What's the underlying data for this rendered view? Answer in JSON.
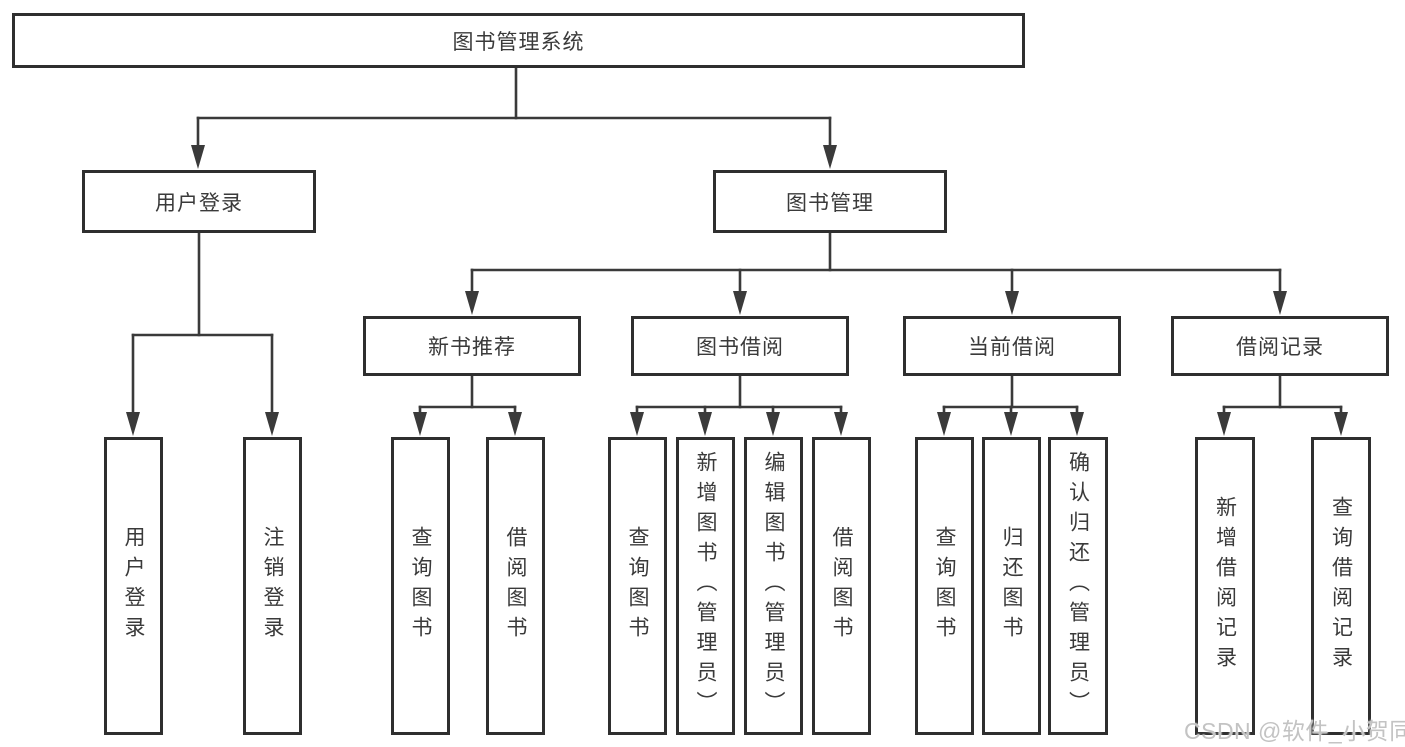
{
  "diagram": {
    "title": "图书管理系统",
    "colors": {
      "line": "#3a3a3a",
      "border": "#2f2f2f",
      "text": "#3a3a3a",
      "watermark": "#c3c3c3",
      "background": "#ffffff"
    },
    "root": {
      "label": "图书管理系统"
    },
    "modules": {
      "user_login": {
        "label": "用户登录",
        "children": [
          {
            "label": "用户登录"
          },
          {
            "label": "注销登录"
          }
        ]
      },
      "book_mgmt": {
        "label": "图书管理",
        "sections": [
          {
            "label": "新书推荐",
            "children": [
              {
                "label": "查询图书"
              },
              {
                "label": "借阅图书"
              }
            ]
          },
          {
            "label": "图书借阅",
            "children": [
              {
                "label": "查询图书"
              },
              {
                "label": "新增图书（管理员）"
              },
              {
                "label": "编辑图书（管理员）"
              },
              {
                "label": "借阅图书"
              }
            ]
          },
          {
            "label": "当前借阅",
            "children": [
              {
                "label": "查询图书"
              },
              {
                "label": "归还图书"
              },
              {
                "label": "确认归还（管理员）"
              }
            ]
          },
          {
            "label": "借阅记录",
            "children": [
              {
                "label": "新增借阅记录"
              },
              {
                "label": "查询借阅记录"
              }
            ]
          }
        ]
      }
    },
    "watermark": "CSDN @软件_小贺同学"
  }
}
